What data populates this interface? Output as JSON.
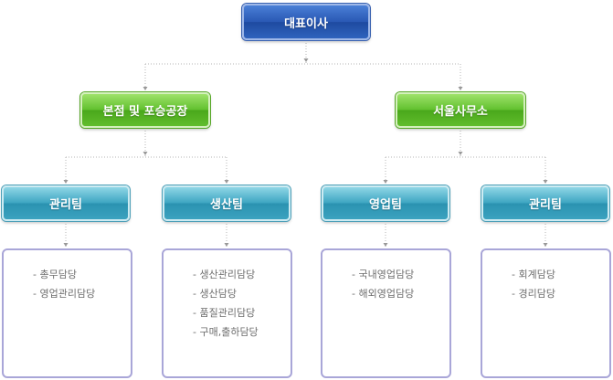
{
  "org": {
    "ceo": "대표이사",
    "divisions": [
      {
        "name": "본점 및 포승공장",
        "teams": [
          {
            "name": "관리팀",
            "duties": [
              "- 총무담당",
              "- 영업관리담당"
            ]
          },
          {
            "name": "생산팀",
            "duties": [
              "- 생산관리담당",
              "- 생산담당",
              "- 품질관리담당",
              "- 구매,출하담당"
            ]
          }
        ]
      },
      {
        "name": "서울사무소",
        "teams": [
          {
            "name": "영업팀",
            "duties": [
              "- 국내영업담당",
              "- 해외영업담당"
            ]
          },
          {
            "name": "관리팀",
            "duties": [
              "- 회계담당",
              "- 경리담당"
            ]
          }
        ]
      }
    ]
  },
  "colors": {
    "ceo": "#2958b4",
    "division": "#63c130",
    "team": "#3fa6c2",
    "duty_border": "#a9a6d8",
    "connector": "#b5b5b5"
  }
}
